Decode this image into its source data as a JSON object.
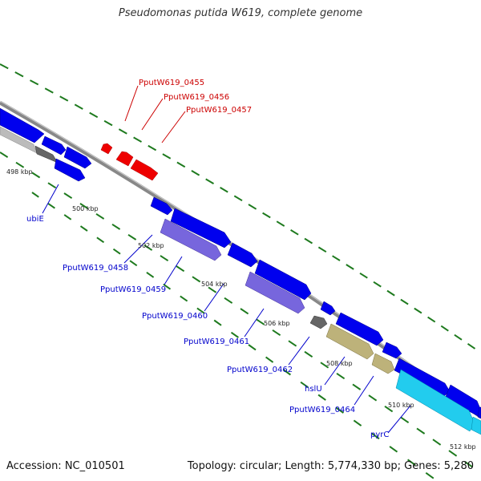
{
  "title": "Pseudomonas putida W619, complete genome",
  "footer": {
    "accession": "Accession: NC_010501",
    "summary": "Topology: circular; Length: 5,774,330 bp; Genes: 5,280"
  },
  "colors": {
    "backbone": "#8a8a8a",
    "forward_gene": "#0000ee",
    "reverse_gene": "#ee0000",
    "label_forward": "#0000cc",
    "label_reverse": "#cc0000",
    "tick": "#1e7a1e",
    "light_purple": "#7766dd",
    "olive": "#bdb27a",
    "cyan": "#22ccee",
    "gray_gene": "#666666"
  },
  "kbp_labels": [
    "498 kbp",
    "500 kbp",
    "502 kbp",
    "504 kbp",
    "506 kbp",
    "508 kbp",
    "510 kbp",
    "512 kbp"
  ],
  "reverse_labels": [
    "PputW619_0455",
    "PputW619_0456",
    "PputW619_0457"
  ],
  "forward_labels": [
    "ubiE",
    "PputW619_0458",
    "PputW619_0459",
    "PputW619_0460",
    "PputW619_0461",
    "PputW619_0462",
    "hslU",
    "PputW619_0464",
    "pyrC"
  ]
}
